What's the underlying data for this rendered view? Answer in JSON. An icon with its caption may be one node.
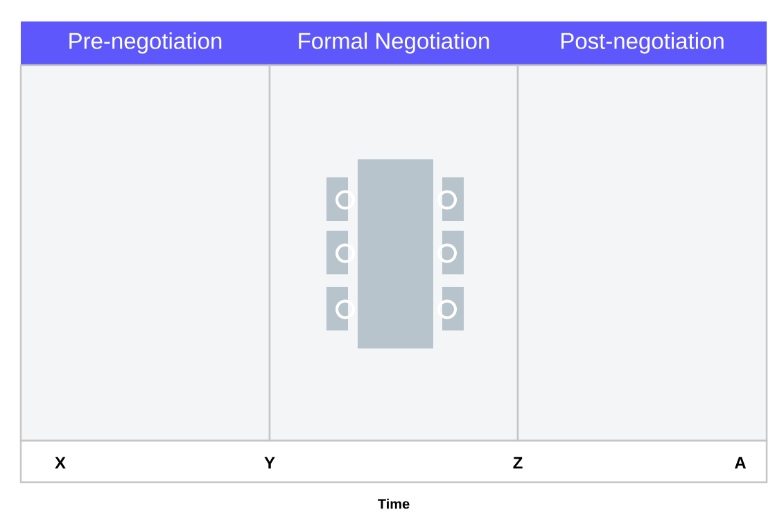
{
  "diagram": {
    "nodes": [
      {
        "text": [
          "Pre-negotiation"
        ]
      },
      {
        "text": [
          "Formal Negotiation"
        ]
      },
      {
        "text": [
          "Post-negotiation"
        ]
      }
    ],
    "labels": [
      "X",
      "Y",
      "Z",
      "A",
      "Time"
    ]
  }
}
